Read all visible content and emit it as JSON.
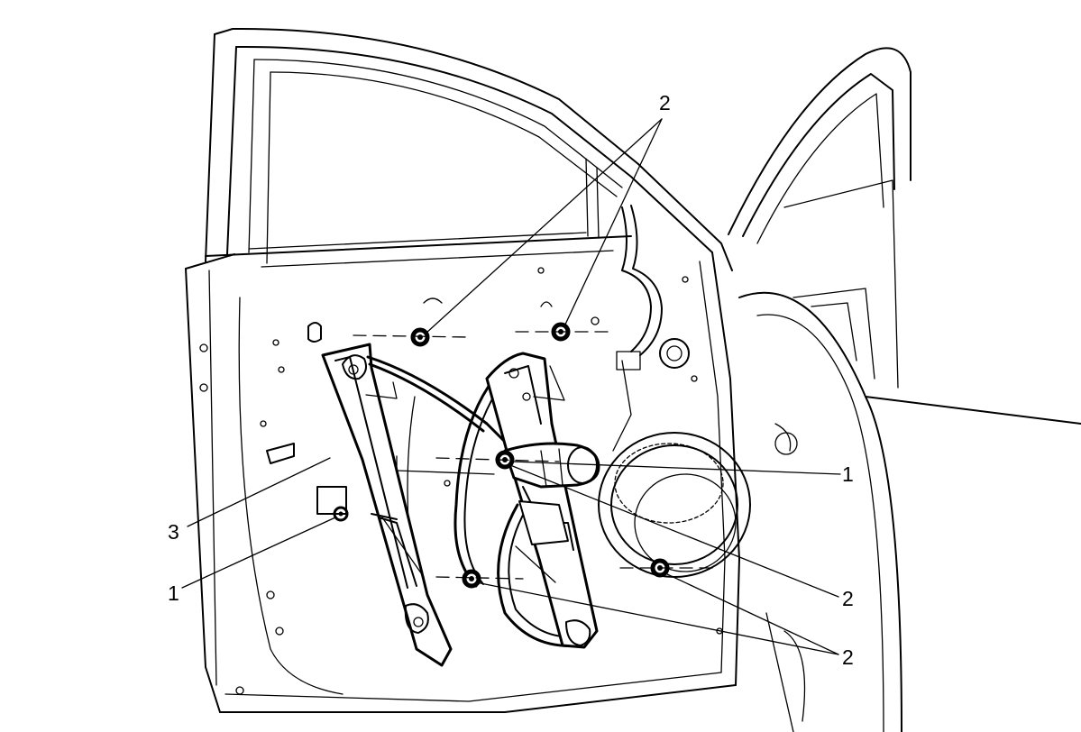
{
  "callouts": [
    {
      "id": "c1",
      "label": "2"
    },
    {
      "id": "c2",
      "label": "1"
    },
    {
      "id": "c3",
      "label": "3"
    },
    {
      "id": "c4",
      "label": "1"
    },
    {
      "id": "c5",
      "label": "2"
    },
    {
      "id": "c6",
      "label": "2"
    }
  ]
}
